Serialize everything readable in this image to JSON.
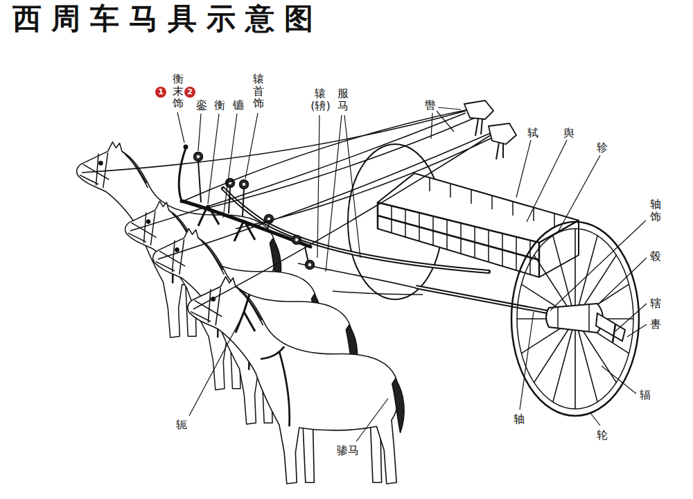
{
  "diagram": {
    "title": "西周车马具示意图",
    "labels": [
      "1",
      "衡末饰",
      "2",
      "銮",
      "衡",
      "镳",
      "辕首饰",
      "辕 (辀)",
      "服马",
      "辔",
      "轼",
      "舆",
      "轸",
      "轴饰",
      "毂",
      "辖",
      "軎",
      "辐",
      "轮",
      "轴",
      "轭",
      "骖马"
    ]
  }
}
